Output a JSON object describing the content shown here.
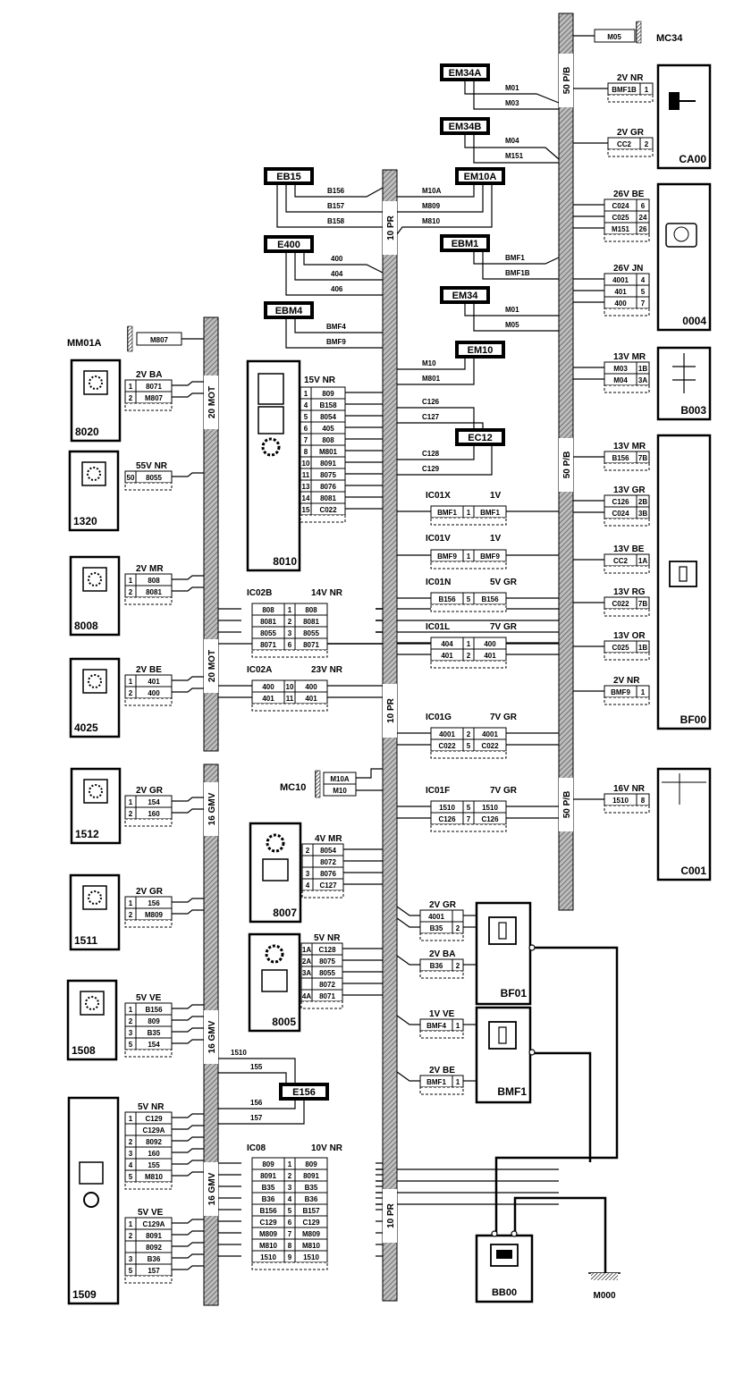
{
  "harnesses": [
    {
      "id": "h-50pb",
      "label": "50 P/B"
    },
    {
      "id": "h-10pr",
      "label": "10 PR"
    },
    {
      "id": "h-20mot",
      "label": "20 MOT"
    },
    {
      "id": "h-16gmv",
      "label": "16 GMV"
    }
  ],
  "grounds": [
    {
      "id": "mc34",
      "code": "MC34",
      "wire": "M05"
    },
    {
      "id": "mm01a",
      "code": "MM01A",
      "wire": "M807"
    },
    {
      "id": "mc10",
      "code": "MC10",
      "wires": [
        "M10A",
        "M10"
      ]
    },
    {
      "id": "m000",
      "code": "M000"
    }
  ],
  "joints": [
    {
      "id": "em34a",
      "code": "EM34A",
      "wires": [
        "M01",
        "M03"
      ]
    },
    {
      "id": "em34b",
      "code": "EM34B",
      "wires": [
        "M04",
        "M151"
      ]
    },
    {
      "id": "eb15",
      "code": "EB15",
      "wires": [
        "B156",
        "B157",
        "B158"
      ]
    },
    {
      "id": "em10a",
      "code": "EM10A",
      "wires": [
        "M10A",
        "M809",
        "M810"
      ]
    },
    {
      "id": "e400",
      "code": "E400",
      "wires": [
        "400",
        "404",
        "406"
      ]
    },
    {
      "id": "ebm1",
      "code": "EBM1",
      "wires": [
        "BMF1",
        "BMF1B"
      ]
    },
    {
      "id": "em34",
      "code": "EM34",
      "wires": [
        "M01",
        "M05"
      ]
    },
    {
      "id": "ebm4",
      "code": "EBM4",
      "wires": [
        "BMF4",
        "BMF9"
      ]
    },
    {
      "id": "em10",
      "code": "EM10",
      "wires": [
        "M10",
        "M801"
      ]
    },
    {
      "id": "ec12",
      "code": "EC12",
      "wires": [
        "C126",
        "C127",
        "C128",
        "C129"
      ]
    },
    {
      "id": "e156",
      "code": "E156",
      "wires": [
        "1510",
        "155",
        "156",
        "157"
      ]
    }
  ],
  "components_right": [
    {
      "id": "ca00",
      "code": "CA00",
      "conns": [
        {
          "hdr": "2V NR",
          "pins": [
            [
              "BMF1B",
              "1"
            ]
          ]
        },
        {
          "hdr": "2V GR",
          "pins": [
            [
              "CC2",
              "2"
            ]
          ]
        }
      ]
    },
    {
      "id": "0004",
      "code": "0004",
      "conns": [
        {
          "hdr": "26V BE",
          "pins": [
            [
              "C024",
              "6"
            ],
            [
              "C025",
              "24"
            ],
            [
              "M151",
              "26"
            ]
          ]
        },
        {
          "hdr": "26V JN",
          "pins": [
            [
              "4001",
              "4"
            ],
            [
              "401",
              "5"
            ],
            [
              "400",
              "7"
            ]
          ]
        }
      ]
    },
    {
      "id": "b003",
      "code": "B003",
      "conns": [
        {
          "hdr": "13V MR",
          "pins": [
            [
              "M03",
              "1B"
            ],
            [
              "M04",
              "3A"
            ]
          ]
        }
      ]
    },
    {
      "id": "bf00",
      "code": "BF00",
      "conns": [
        {
          "hdr": "13V MR",
          "pins": [
            [
              "B156",
              "7B"
            ]
          ]
        },
        {
          "hdr": "13V GR",
          "pins": [
            [
              "C126",
              "2B"
            ],
            [
              "C024",
              "3B"
            ]
          ]
        },
        {
          "hdr": "13V BE",
          "pins": [
            [
              "CC2",
              "1A"
            ]
          ]
        },
        {
          "hdr": "13V RG",
          "pins": [
            [
              "C022",
              "7B"
            ]
          ]
        },
        {
          "hdr": "13V OR",
          "pins": [
            [
              "C025",
              "1B"
            ]
          ]
        },
        {
          "hdr": "2V NR",
          "pins": [
            [
              "BMF9",
              "1"
            ]
          ]
        }
      ]
    },
    {
      "id": "c001",
      "code": "C001",
      "conns": [
        {
          "hdr": "16V NR",
          "pins": [
            [
              "1510",
              "8"
            ]
          ]
        }
      ]
    }
  ],
  "inline_connectors": [
    {
      "id": "ic01x",
      "code": "IC01X",
      "size": "1V",
      "rows": [
        [
          "BMF1",
          "1",
          "BMF1"
        ]
      ]
    },
    {
      "id": "ic01v",
      "code": "IC01V",
      "size": "1V",
      "rows": [
        [
          "BMF9",
          "1",
          "BMF9"
        ]
      ]
    },
    {
      "id": "ic01n",
      "code": "IC01N",
      "size": "5V GR",
      "rows": [
        [
          "B156",
          "5",
          "B156"
        ]
      ]
    },
    {
      "id": "ic01l",
      "code": "IC01L",
      "size": "7V GR",
      "rows": [
        [
          "404",
          "1",
          "400"
        ],
        [
          "401",
          "2",
          "401"
        ]
      ]
    },
    {
      "id": "ic01g",
      "code": "IC01G",
      "size": "7V GR",
      "rows": [
        [
          "4001",
          "2",
          "4001"
        ],
        [
          "C022",
          "5",
          "C022"
        ]
      ]
    },
    {
      "id": "ic01f",
      "code": "IC01F",
      "size": "7V GR",
      "rows": [
        [
          "1510",
          "5",
          "1510"
        ],
        [
          "C126",
          "7",
          "C126"
        ]
      ]
    },
    {
      "id": "ic02b",
      "code": "IC02B",
      "size": "14V NR",
      "rows": [
        [
          "808",
          "1",
          "808"
        ],
        [
          "8081",
          "2",
          "8081"
        ],
        [
          "8055",
          "3",
          "8055"
        ],
        [
          "8071",
          "6",
          "8071"
        ]
      ]
    },
    {
      "id": "ic02a",
      "code": "IC02A",
      "size": "23V NR",
      "rows": [
        [
          "400",
          "10",
          "400"
        ],
        [
          "401",
          "11",
          "401"
        ]
      ]
    },
    {
      "id": "ic08",
      "code": "IC08",
      "size": "10V NR",
      "rows": [
        [
          "809",
          "1",
          "809"
        ],
        [
          "8091",
          "2",
          "8091"
        ],
        [
          "B35",
          "3",
          "B35"
        ],
        [
          "B36",
          "4",
          "B36"
        ],
        [
          "B156",
          "5",
          "B157"
        ],
        [
          "C129",
          "6",
          "C129"
        ],
        [
          "M809",
          "7",
          "M809"
        ],
        [
          "M810",
          "8",
          "M810"
        ],
        [
          "1510",
          "9",
          "1510"
        ]
      ]
    }
  ],
  "comp_8010": {
    "code": "8010",
    "hdr": "15V NR",
    "pins": [
      [
        "1",
        "809"
      ],
      [
        "4",
        "B158"
      ],
      [
        "5",
        "8054"
      ],
      [
        "6",
        "405"
      ],
      [
        "7",
        "808"
      ],
      [
        "8",
        "M801"
      ],
      [
        "10",
        "8091"
      ],
      [
        "11",
        "8075"
      ],
      [
        "13",
        "8076"
      ],
      [
        "14",
        "8081"
      ],
      [
        "15",
        "C022"
      ]
    ]
  },
  "comp_8007": {
    "code": "8007",
    "hdr": "4V MR",
    "pins": [
      [
        "2",
        "8054"
      ],
      [
        "",
        "8072"
      ],
      [
        "3",
        "8076"
      ],
      [
        "4",
        "C127"
      ]
    ]
  },
  "comp_8005": {
    "code": "8005",
    "hdr": "5V NR",
    "pins": [
      [
        "1A",
        "C128"
      ],
      [
        "2A",
        "8075"
      ],
      [
        "3A",
        "8055"
      ],
      [
        "",
        "8072"
      ],
      [
        "4A",
        "8071"
      ]
    ]
  },
  "left_components": [
    {
      "id": "8020",
      "code": "8020",
      "hdr": "2V BA",
      "pins": [
        [
          "1",
          "8071"
        ],
        [
          "2",
          "M807"
        ]
      ]
    },
    {
      "id": "1320",
      "code": "1320",
      "hdr": "55V NR",
      "pins": [
        [
          "50",
          "8055"
        ]
      ]
    },
    {
      "id": "8008",
      "code": "8008",
      "hdr": "2V MR",
      "pins": [
        [
          "1",
          "808"
        ],
        [
          "2",
          "8081"
        ]
      ]
    },
    {
      "id": "4025",
      "code": "4025",
      "hdr": "2V BE",
      "pins": [
        [
          "1",
          "401"
        ],
        [
          "2",
          "400"
        ]
      ]
    },
    {
      "id": "1512",
      "code": "1512",
      "hdr": "2V GR",
      "pins": [
        [
          "1",
          "154"
        ],
        [
          "2",
          "160"
        ]
      ]
    },
    {
      "id": "1511",
      "code": "1511",
      "hdr": "2V GR",
      "pins": [
        [
          "1",
          "156"
        ],
        [
          "2",
          "M809"
        ]
      ]
    },
    {
      "id": "1508",
      "code": "1508",
      "hdr": "5V VE",
      "pins": [
        [
          "1",
          "B156"
        ],
        [
          "2",
          "809"
        ],
        [
          "3",
          "B35"
        ],
        [
          "5",
          "154"
        ]
      ]
    }
  ],
  "comp_1509": {
    "code": "1509",
    "c1": {
      "hdr": "5V NR",
      "pins": [
        [
          "1",
          "C129"
        ],
        [
          "",
          "C129A"
        ],
        [
          "2",
          "8092"
        ],
        [
          "3",
          "160"
        ],
        [
          "4",
          "155"
        ],
        [
          "5",
          "M810"
        ]
      ]
    },
    "c2": {
      "hdr": "5V VE",
      "pins": [
        [
          "1",
          "C129A"
        ],
        [
          "2",
          "8091"
        ],
        [
          "",
          "8092"
        ],
        [
          "3",
          "B36"
        ],
        [
          "5",
          "157"
        ]
      ]
    }
  },
  "fuse_boxes": [
    {
      "id": "bf01",
      "code": "BF01",
      "conns": [
        {
          "hdr": "2V GR",
          "pins": [
            [
              "4001",
              ""
            ],
            [
              "B35",
              "2"
            ]
          ]
        },
        {
          "hdr": "2V BA",
          "pins": [
            [
              "B36",
              "2"
            ]
          ]
        }
      ]
    },
    {
      "id": "bmf1",
      "code": "BMF1",
      "conns": [
        {
          "hdr": "1V VE",
          "pins": [
            [
              "BMF4",
              "1"
            ]
          ]
        },
        {
          "hdr": "2V BE",
          "pins": [
            [
              "BMF1",
              "1"
            ]
          ]
        }
      ]
    }
  ],
  "battery": {
    "code": "BB00"
  }
}
